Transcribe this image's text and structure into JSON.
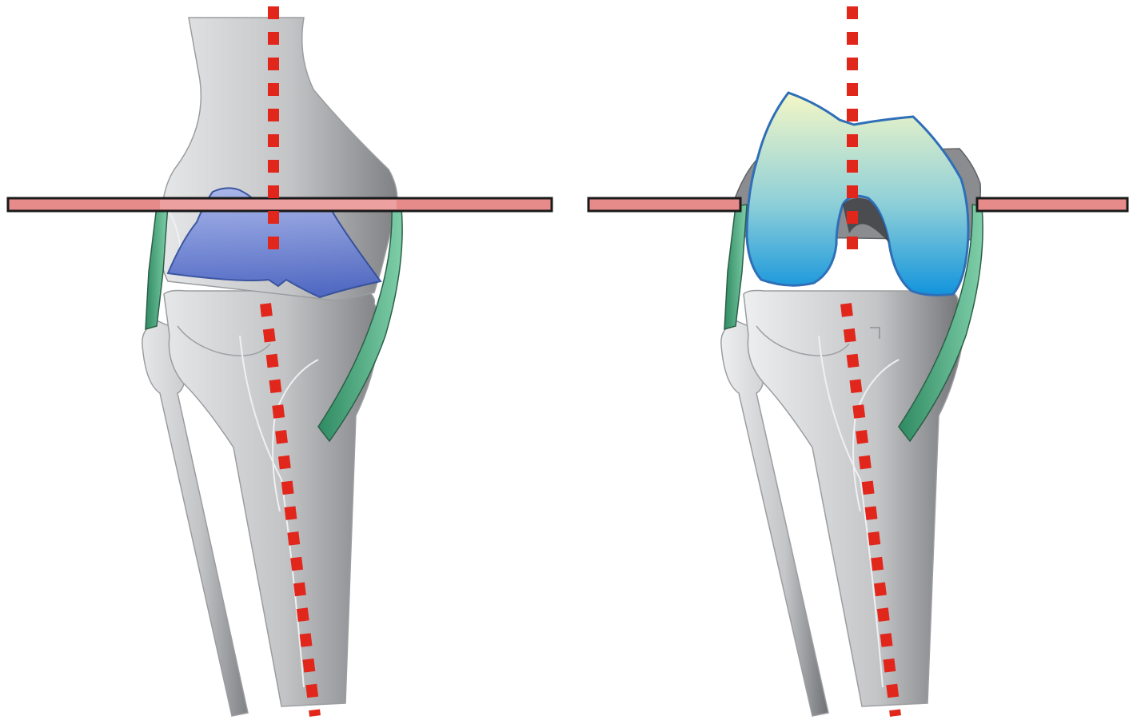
{
  "figure": {
    "panels": [
      {
        "id": "left",
        "state": "pre-resection"
      },
      {
        "id": "right",
        "state": "with-implant"
      }
    ]
  },
  "colors": {
    "background": "#ffffff",
    "bone": "#c8c9cb",
    "bone_dark": "#7d7f83",
    "ligament": "#3c9a73",
    "ligament_light": "#8fd3b5",
    "axis": "#e1261c",
    "resection_line_fill": "#e68a8a",
    "resection_line_stroke": "#1a1a1a",
    "insert_top": "#9aa9e6",
    "insert_bottom": "#4a66c4",
    "implant_top": "#f3f6c4",
    "implant_bottom": "#1596dc",
    "implant_edge": "#2f6fb8"
  },
  "icons": {
    "axis": "mechanical-axis-dashed-line",
    "cut": "resection-line",
    "femur": "femur-bone",
    "tibia": "tibia-bone",
    "fibula": "fibula-bone",
    "ligament": "collateral-ligament",
    "implant": "femoral-implant",
    "insert": "tibial-resection-block"
  }
}
